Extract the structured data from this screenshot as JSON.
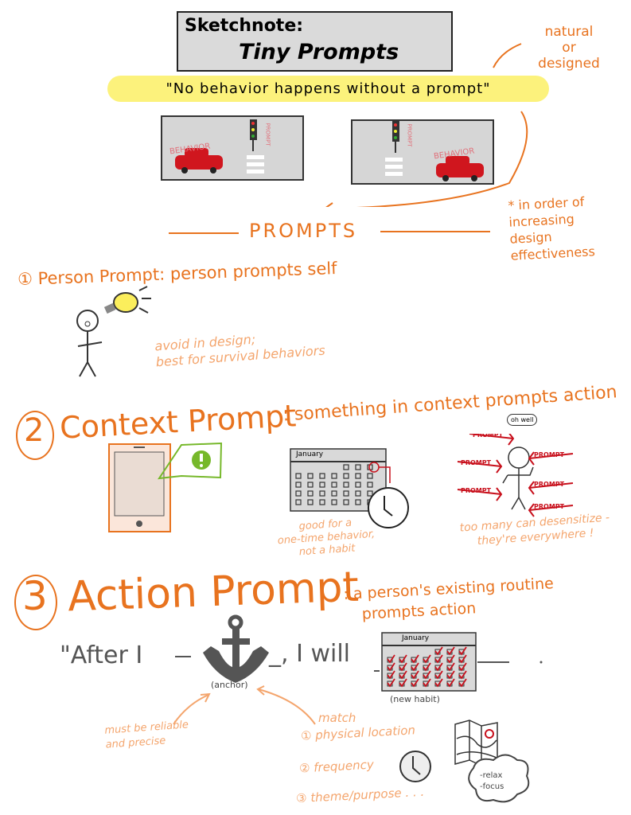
{
  "title": {
    "line1": "Sketchnote:",
    "line2": "Tiny Prompts"
  },
  "quote": "\"No behavior happens without a prompt\"",
  "side_note_top": [
    "natural",
    "or",
    "designed"
  ],
  "panel_labels": {
    "behavior": "BEHAVIOR",
    "prompt": "PROMPT"
  },
  "prompts_heading": "PROMPTS",
  "order_note": [
    "* in order of",
    "increasing",
    "design",
    "effectiveness"
  ],
  "person_prompt": {
    "number": "①",
    "heading": "Person Prompt",
    "description": ": person prompts self",
    "note": [
      "avoid in design;",
      "best for survival behaviors"
    ]
  },
  "context_prompt": {
    "number": "2",
    "heading": "Context Prompt",
    "description": ": something in context prompts action",
    "calendar_month": "January",
    "calendar_note": [
      "good for a",
      "one-time behavior,",
      "not a habit"
    ],
    "thought": "oh well",
    "prompt_label": "PROMPT",
    "crowd_note": [
      "too many can desensitize -",
      "they're everywhere !"
    ]
  },
  "action_prompt": {
    "number": "3",
    "heading": "Action Prompt",
    "description": [
      ": a person's existing routine",
      "prompts action"
    ],
    "formula_start": "\"After I",
    "formula_mid": "_, I will",
    "anchor_label": "(anchor)",
    "calendar_month": "January",
    "habit_label": "(new habit)",
    "anchor_note": [
      "must be reliable",
      "and precise"
    ],
    "match_heading": "match",
    "match_items": [
      "① physical location",
      "② frequency",
      "③ theme/purpose . . ."
    ],
    "cloud_items": [
      "-relax",
      "-focus"
    ]
  },
  "colors": {
    "orange": "#e8731f",
    "light_orange": "#f4a56d",
    "highlight": "#fcf27c",
    "prompt_red": "#c8101c"
  }
}
